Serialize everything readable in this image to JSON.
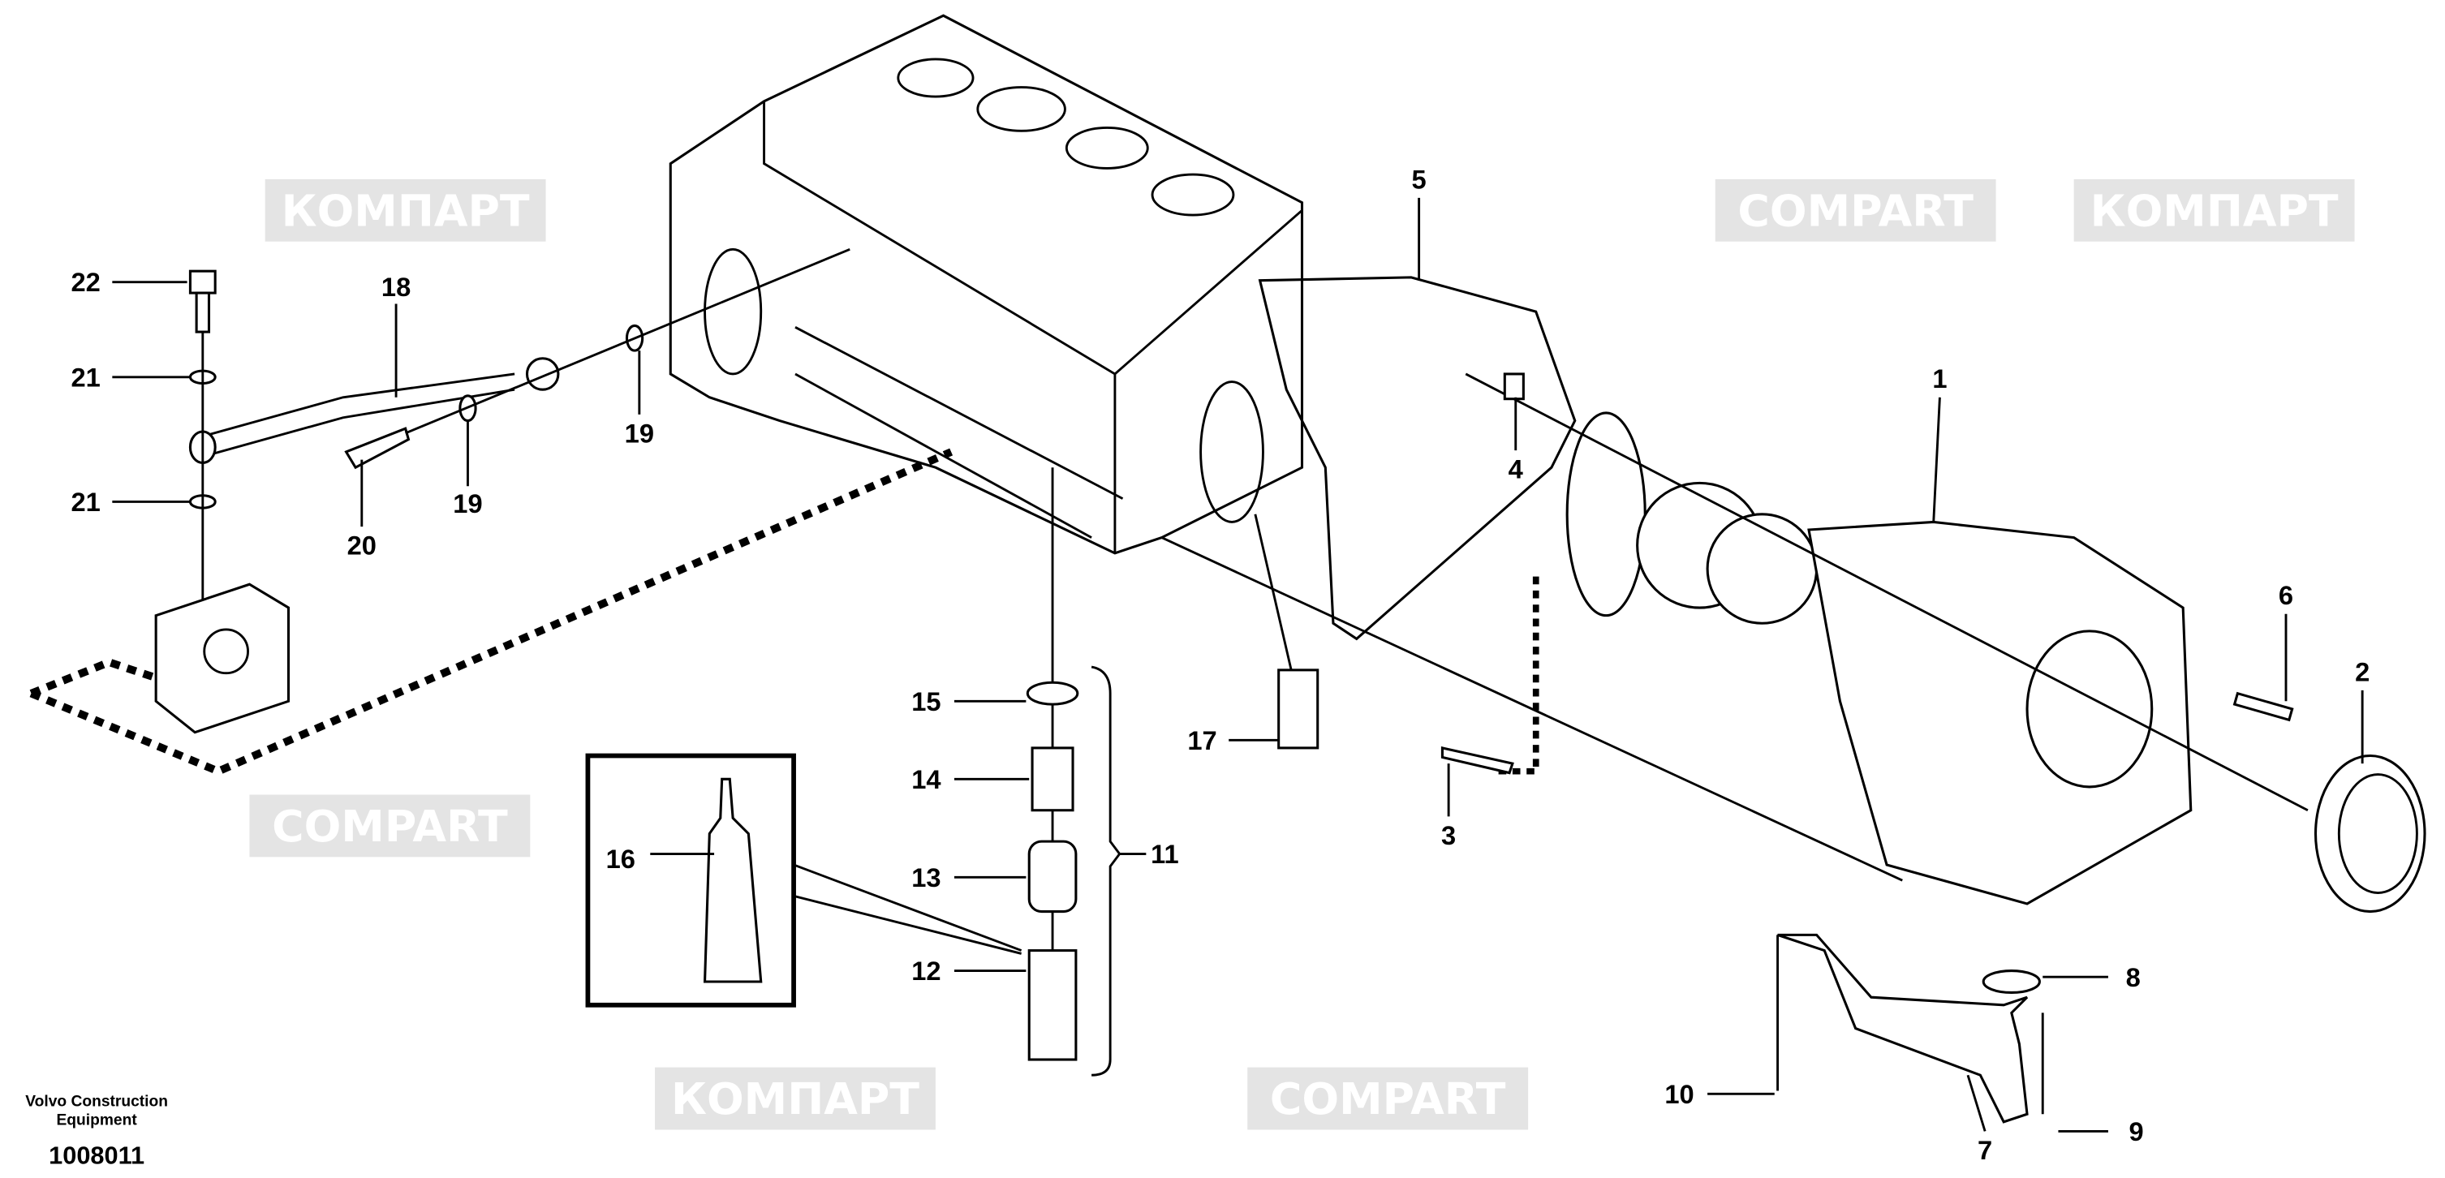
{
  "footer": {
    "company_line1": "Volvo Construction",
    "company_line2": "Equipment",
    "drawing_number": "1008011"
  },
  "watermark": {
    "text_cyrillic": "КОМПАРТ",
    "text_latin": "COMPART"
  },
  "callouts": [
    {
      "id": "22",
      "label": "22"
    },
    {
      "id": "18",
      "label": "18"
    },
    {
      "id": "21a",
      "label": "21"
    },
    {
      "id": "21b",
      "label": "21"
    },
    {
      "id": "20",
      "label": "20"
    },
    {
      "id": "19a",
      "label": "19"
    },
    {
      "id": "19b",
      "label": "19"
    },
    {
      "id": "5",
      "label": "5"
    },
    {
      "id": "4",
      "label": "4"
    },
    {
      "id": "1",
      "label": "1"
    },
    {
      "id": "6",
      "label": "6"
    },
    {
      "id": "2",
      "label": "2"
    },
    {
      "id": "15",
      "label": "15"
    },
    {
      "id": "14",
      "label": "14"
    },
    {
      "id": "13",
      "label": "13"
    },
    {
      "id": "12",
      "label": "12"
    },
    {
      "id": "16",
      "label": "16"
    },
    {
      "id": "11",
      "label": "11"
    },
    {
      "id": "17",
      "label": "17"
    },
    {
      "id": "3",
      "label": "3"
    },
    {
      "id": "8",
      "label": "8"
    },
    {
      "id": "10",
      "label": "10"
    },
    {
      "id": "9",
      "label": "9"
    },
    {
      "id": "7",
      "label": "7"
    }
  ]
}
